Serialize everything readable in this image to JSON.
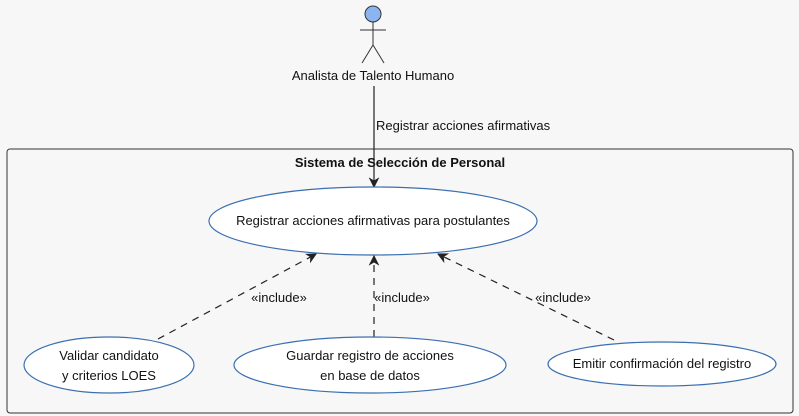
{
  "actor": {
    "name": "Analista de Talento Humano",
    "head_color": "#8bb5ee"
  },
  "system": {
    "title": "Sistema de Selección de Personal"
  },
  "association": {
    "label": "Registrar acciones afirmativas"
  },
  "use_cases": {
    "main": {
      "label": "Registrar acciones afirmativas para postulantes"
    },
    "validar": {
      "line1": "Validar candidato",
      "line2": "y criterios LOES"
    },
    "guardar": {
      "line1": "Guardar registro de acciones",
      "line2": "en base de datos"
    },
    "emitir": {
      "label": "Emitir confirmación del registro"
    }
  },
  "relations": [
    {
      "from": "validar",
      "to": "main",
      "label": "«include»"
    },
    {
      "from": "guardar",
      "to": "main",
      "label": "«include»"
    },
    {
      "from": "emitir",
      "to": "main",
      "label": "«include»"
    }
  ],
  "colors": {
    "ellipse_stroke": "#3a6fb0",
    "ellipse_fill": "#ffffff",
    "line": "#222222"
  }
}
